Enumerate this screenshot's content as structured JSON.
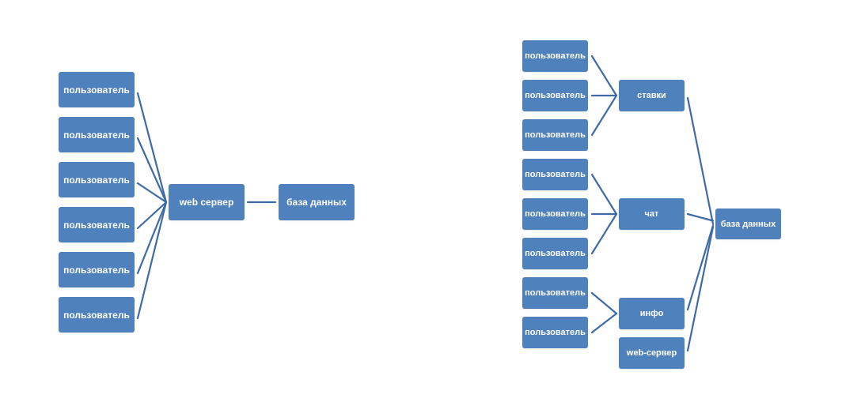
{
  "colors": {
    "node_fill": "#4f81bd",
    "edge": "#3e6aa6",
    "text": "#ffffff"
  },
  "left_diagram": {
    "users": [
      {
        "label": "пользователь"
      },
      {
        "label": "пользователь"
      },
      {
        "label": "пользователь"
      },
      {
        "label": "пользователь"
      },
      {
        "label": "пользователь"
      },
      {
        "label": "пользователь"
      }
    ],
    "web_server": {
      "label": "web сервер"
    },
    "database": {
      "label": "база данных"
    }
  },
  "right_diagram": {
    "users": [
      {
        "label": "пользователь"
      },
      {
        "label": "пользователь"
      },
      {
        "label": "пользователь"
      },
      {
        "label": "пользователь"
      },
      {
        "label": "пользователь"
      },
      {
        "label": "пользователь"
      },
      {
        "label": "пользователь"
      },
      {
        "label": "пользователь"
      }
    ],
    "services": [
      {
        "label": "ставки"
      },
      {
        "label": "чат"
      },
      {
        "label": "инфо"
      },
      {
        "label": "web-сервер"
      }
    ],
    "database": {
      "label": "база данных"
    }
  }
}
